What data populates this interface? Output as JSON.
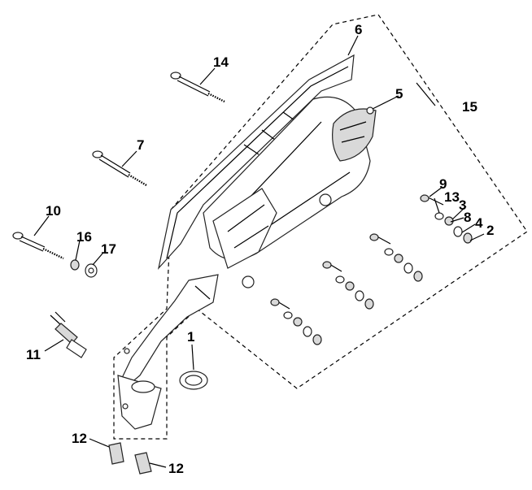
{
  "diagram": {
    "callouts": {
      "c1": "1",
      "c2": "2",
      "c3": "3",
      "c4": "4",
      "c5": "5",
      "c6": "6",
      "c7": "7",
      "c8": "8",
      "c9": "9",
      "c10": "10",
      "c11": "11",
      "c12a": "12",
      "c12b": "12",
      "c13": "13",
      "c14": "14",
      "c15": "15",
      "c16": "16",
      "c17": "17"
    }
  }
}
